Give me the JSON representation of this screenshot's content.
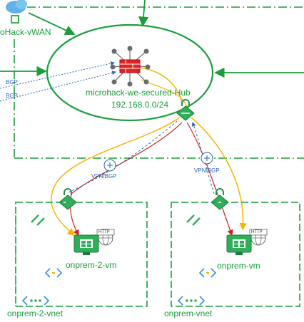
{
  "diagram": {
    "vwan_label": "oHack-vWAN",
    "hub": {
      "name": "microhack-we-secured-Hub",
      "cidr": "192.168.0.0/24"
    },
    "bgp_labels": [
      "BGP",
      "BGP"
    ],
    "vpn_labels": [
      "VPN/BGP",
      "VPN/BGP"
    ],
    "left_site": {
      "vm_name": "onprem-2-vm",
      "vnet_name": "onprem-2-vnet"
    },
    "right_site": {
      "vm_name": "onprem-vm",
      "vnet_name": "onprem-vnet"
    },
    "http_badge": "HTTP",
    "colors": {
      "green": "#1a9e3a",
      "blue_dotted": "#2a66b0",
      "orange": "#f5b400",
      "red": "#d32020",
      "firewall": "#e02424"
    },
    "icons": [
      "cloud-icon",
      "firewall-icon",
      "vpn-gateway-icon",
      "virtual-machine-icon",
      "web-globe-icon",
      "peering-icon",
      "code-icon",
      "vnet-icon"
    ]
  }
}
